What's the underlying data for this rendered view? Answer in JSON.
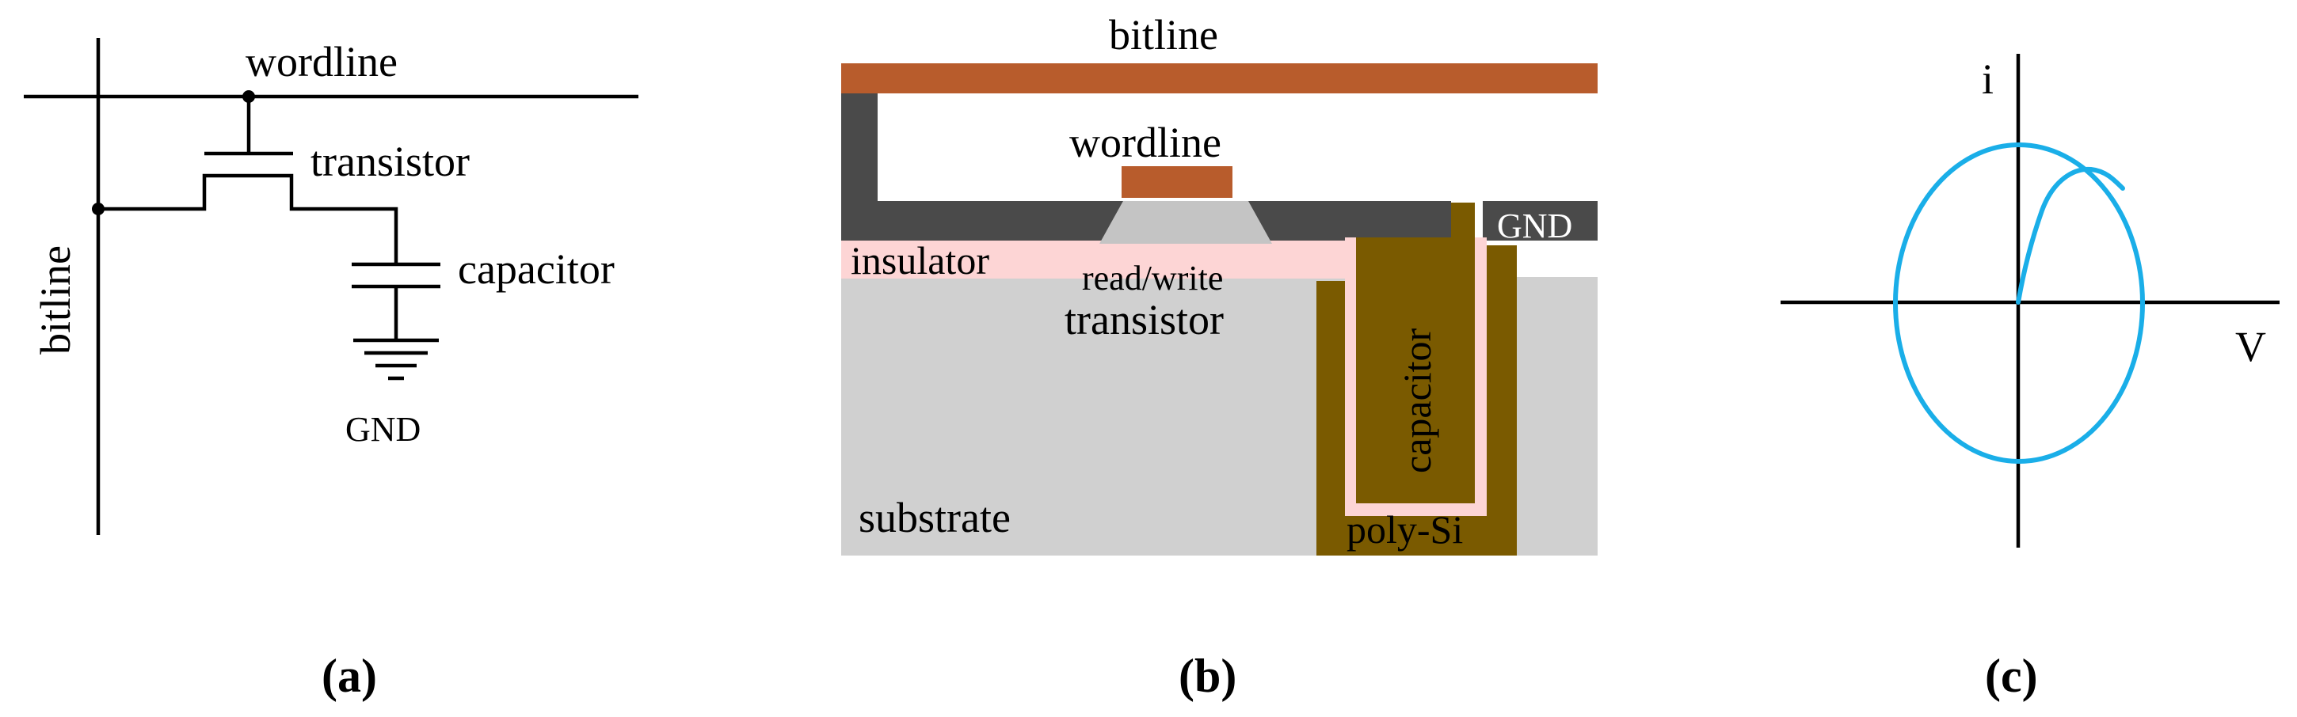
{
  "colors": {
    "metal": "#b85c2c",
    "dark_layer": "#4a4a4a",
    "insulator": "#fdd5d5",
    "substrate": "#d0d0d0",
    "poly_si": "#7a5a00",
    "gate_oxide": "#c4c4c4",
    "curve": "#1aaee8",
    "line": "#000000"
  },
  "panel_a": {
    "tag": "(a)",
    "labels": {
      "wordline": "wordline",
      "bitline": "bitline",
      "transistor": "transistor",
      "capacitor": "capacitor",
      "gnd": "GND"
    }
  },
  "panel_b": {
    "tag": "(b)",
    "labels": {
      "bitline": "bitline",
      "wordline": "wordline",
      "gnd": "GND",
      "insulator": "insulator",
      "read_write": "read/write",
      "transistor": "transistor",
      "capacitor": "capacitor",
      "substrate": "substrate",
      "poly_si": "poly-Si"
    }
  },
  "panel_c": {
    "tag": "(c)",
    "labels": {
      "y_axis": "i",
      "x_axis": "V"
    }
  }
}
